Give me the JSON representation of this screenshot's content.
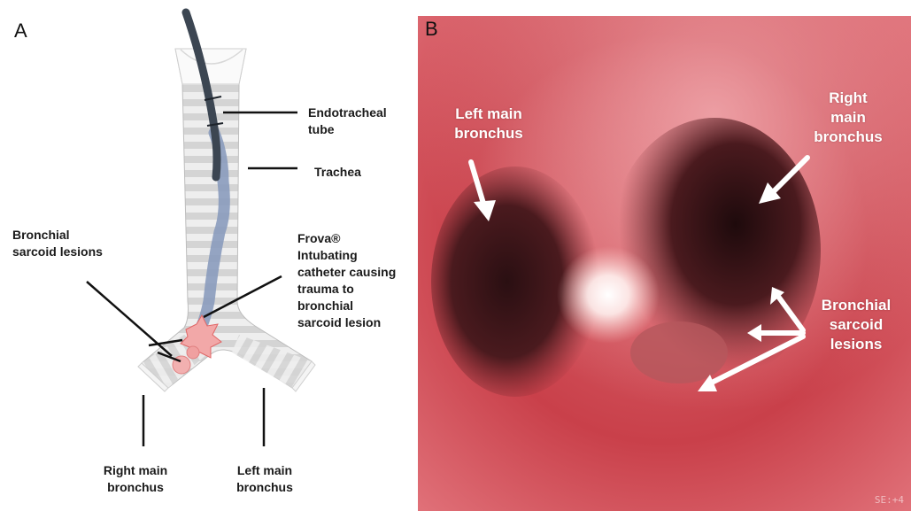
{
  "panel_a": {
    "letter": "A",
    "labels": {
      "endotracheal_tube": "Endotracheal\ntube",
      "trachea": "Trachea",
      "bronchial_sarcoid_lesions": "Bronchial\nsarcoid lesions",
      "frova_catheter": "Frova®\nIntubating\ncatheter causing\ntrauma to\nbronchial\nsarcoid lesion",
      "right_main_bronchus": "Right main\nbronchus",
      "left_main_bronchus": "Left main\nbronchus"
    }
  },
  "panel_b": {
    "letter": "B",
    "labels": {
      "left_main_bronchus": "Left main\nbronchus",
      "right_main_bronchus": "Right\nmain\nbronchus",
      "bronchial_sarcoid_lesions": "Bronchial\nsarcoid\nlesions"
    },
    "watermark": "SE:+4"
  },
  "colors": {
    "trachea_gray": "#c9c9c9",
    "tube_dark": "#3c4652",
    "catheter_blue": "#8a9bbd",
    "lesion_pink": "#f2a8a8",
    "endoscopy_red": "#c9404a"
  }
}
